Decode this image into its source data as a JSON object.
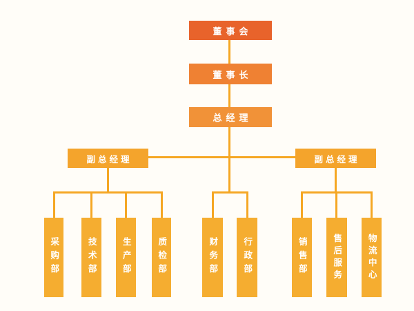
{
  "diagram": {
    "type": "org-chart",
    "language": "zh-CN",
    "nodes": {
      "board": "董事会",
      "chairman": "董事长",
      "general_manager": "总经理",
      "deputy_gm_left": "副总经理",
      "deputy_gm_right": "副总经理"
    },
    "departments": {
      "left": [
        "采购部",
        "技术部",
        "生产部",
        "质检部"
      ],
      "middle": [
        "财务部",
        "行政部"
      ],
      "right": [
        "销售部",
        "售后服务",
        "物流中心"
      ]
    },
    "hierarchy": {
      "board": [
        "chairman"
      ],
      "chairman": [
        "general_manager"
      ],
      "general_manager": [
        "deputy_gm_left",
        "middle departments",
        "deputy_gm_right"
      ],
      "deputy_gm_left": [
        "采购部",
        "技术部",
        "生产部",
        "质检部"
      ],
      "middle": [
        "财务部",
        "行政部"
      ],
      "deputy_gm_right": [
        "销售部",
        "售后服务",
        "物流中心"
      ]
    },
    "colors": {
      "board": "#E8632B",
      "chairman": "#EF8133",
      "general_manager": "#F19238",
      "deputy_gm": "#F4A42C",
      "department": "#F5AD30",
      "connector": "#F5A724",
      "background": "#FFFDF8",
      "text": "#FFFFFF"
    }
  }
}
